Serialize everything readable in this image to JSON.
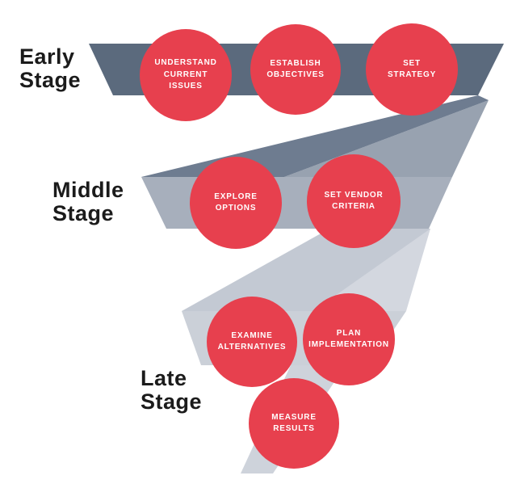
{
  "diagram": {
    "type": "zigzag-funnel-process",
    "stages": [
      {
        "label": "Early\nStage",
        "steps": [
          "UNDERSTAND\nCURRENT\nISSUES",
          "ESTABLISH\nOBJECTIVES",
          "SET\nSTRATEGY"
        ]
      },
      {
        "label": "Middle\nStage",
        "steps": [
          "EXPLORE\nOPTIONS",
          "SET VENDOR\nCRITERIA"
        ]
      },
      {
        "label": "Late\nStage",
        "steps": [
          "EXAMINE\nALTERNATIVES",
          "PLAN\nIMPLEMENTATION",
          "MEASURE\nRESULTS"
        ]
      }
    ]
  },
  "colors": {
    "red": "#e7404e",
    "circle_text": "#ffffff",
    "label_text": "#1b1b1b",
    "band_early": "#5b6a7d",
    "fold_early": "#6e7c90",
    "wedge_early": "#98a2b0",
    "band_middle": "#a7afbc",
    "fold_mid": "#c3c9d3",
    "wedge_mid": "#d3d7df",
    "band_late": "#cbd0d8",
    "tail": "#ced3db"
  }
}
